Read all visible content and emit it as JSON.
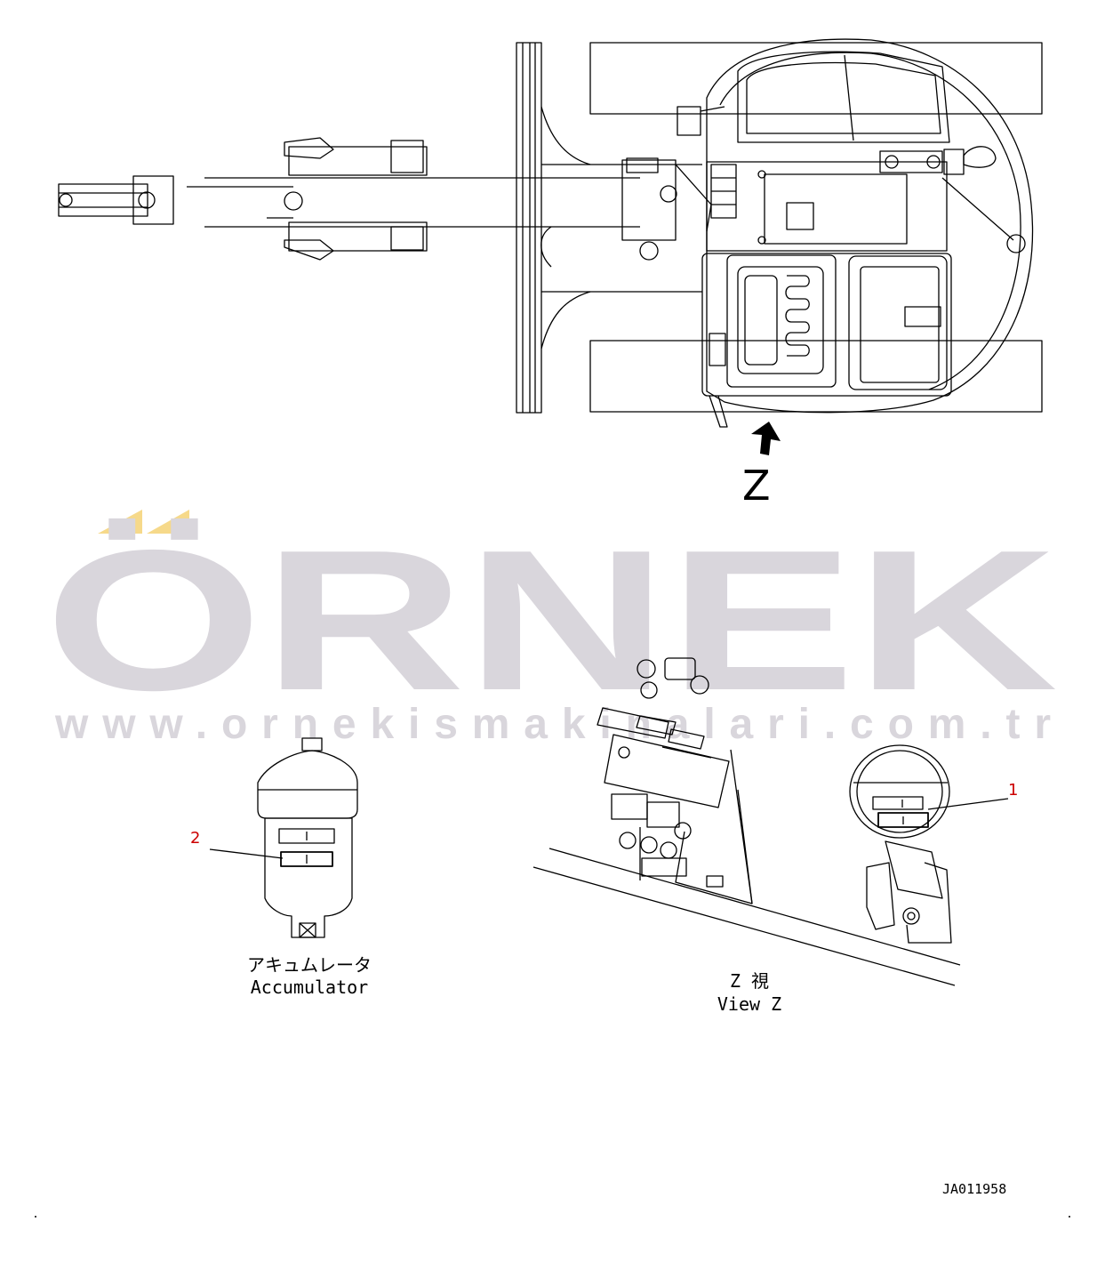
{
  "view_marker": "Z",
  "callouts": [
    {
      "number": "1"
    },
    {
      "number": "2"
    }
  ],
  "accumulator_label": {
    "japanese": "アキュムレータ",
    "english": "Accumulator"
  },
  "view_label": {
    "japanese": "Z 視",
    "english": "View Z"
  },
  "drawing_number": "JA011958",
  "watermark": {
    "brand": "ÖRNEK",
    "url": "www.ornekismakinalari.com.tr"
  },
  "colors": {
    "line": "#000000",
    "callout": "#cc0000",
    "watermark": "#d9d6dc",
    "watermark_accent": "#f6d98a"
  },
  "icons": [
    "view-direction-arrow-icon"
  ]
}
